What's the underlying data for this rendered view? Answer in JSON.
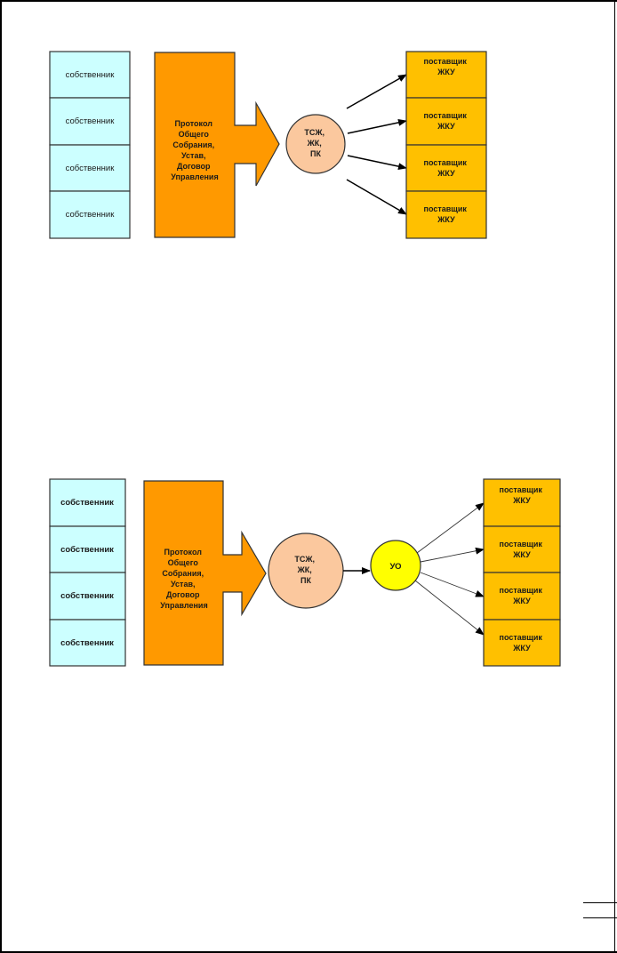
{
  "colors": {
    "owner_fill": "#ccffff",
    "document_fill": "#ff9900",
    "partnership_fill": "#fbc89e",
    "manager_fill": "#ffff00",
    "supplier_fill": "#ffc000",
    "stroke": "#333333"
  },
  "diagrams": [
    {
      "owners": [
        "собственник",
        "собственник",
        "собственник",
        "собственник"
      ],
      "documents": [
        "Протокол",
        "Общего",
        "Собрания,",
        "Устав,",
        "Договор",
        "Управления"
      ],
      "partnership": [
        "ТСЖ,",
        "ЖК,",
        "ПК"
      ],
      "suppliers": [
        [
          "поставщик",
          "ЖКУ"
        ],
        [
          "поставщик",
          "ЖКУ"
        ],
        [
          "поставщик",
          "ЖКУ"
        ],
        [
          "поставщик",
          "ЖКУ"
        ]
      ]
    },
    {
      "owners": [
        "собственник",
        "собственник",
        "собственник",
        "собственник"
      ],
      "documents": [
        "Протокол",
        "Общего",
        "Собрания,",
        "Устав,",
        "Договор",
        "Управления"
      ],
      "partnership": [
        "ТСЖ,",
        "ЖК,",
        "ПК"
      ],
      "manager": "УО",
      "suppliers": [
        [
          "поставщик",
          "ЖКУ"
        ],
        [
          "поставщик",
          "ЖКУ"
        ],
        [
          "поставщик",
          "ЖКУ"
        ],
        [
          "поставщик",
          "ЖКУ"
        ]
      ]
    }
  ]
}
